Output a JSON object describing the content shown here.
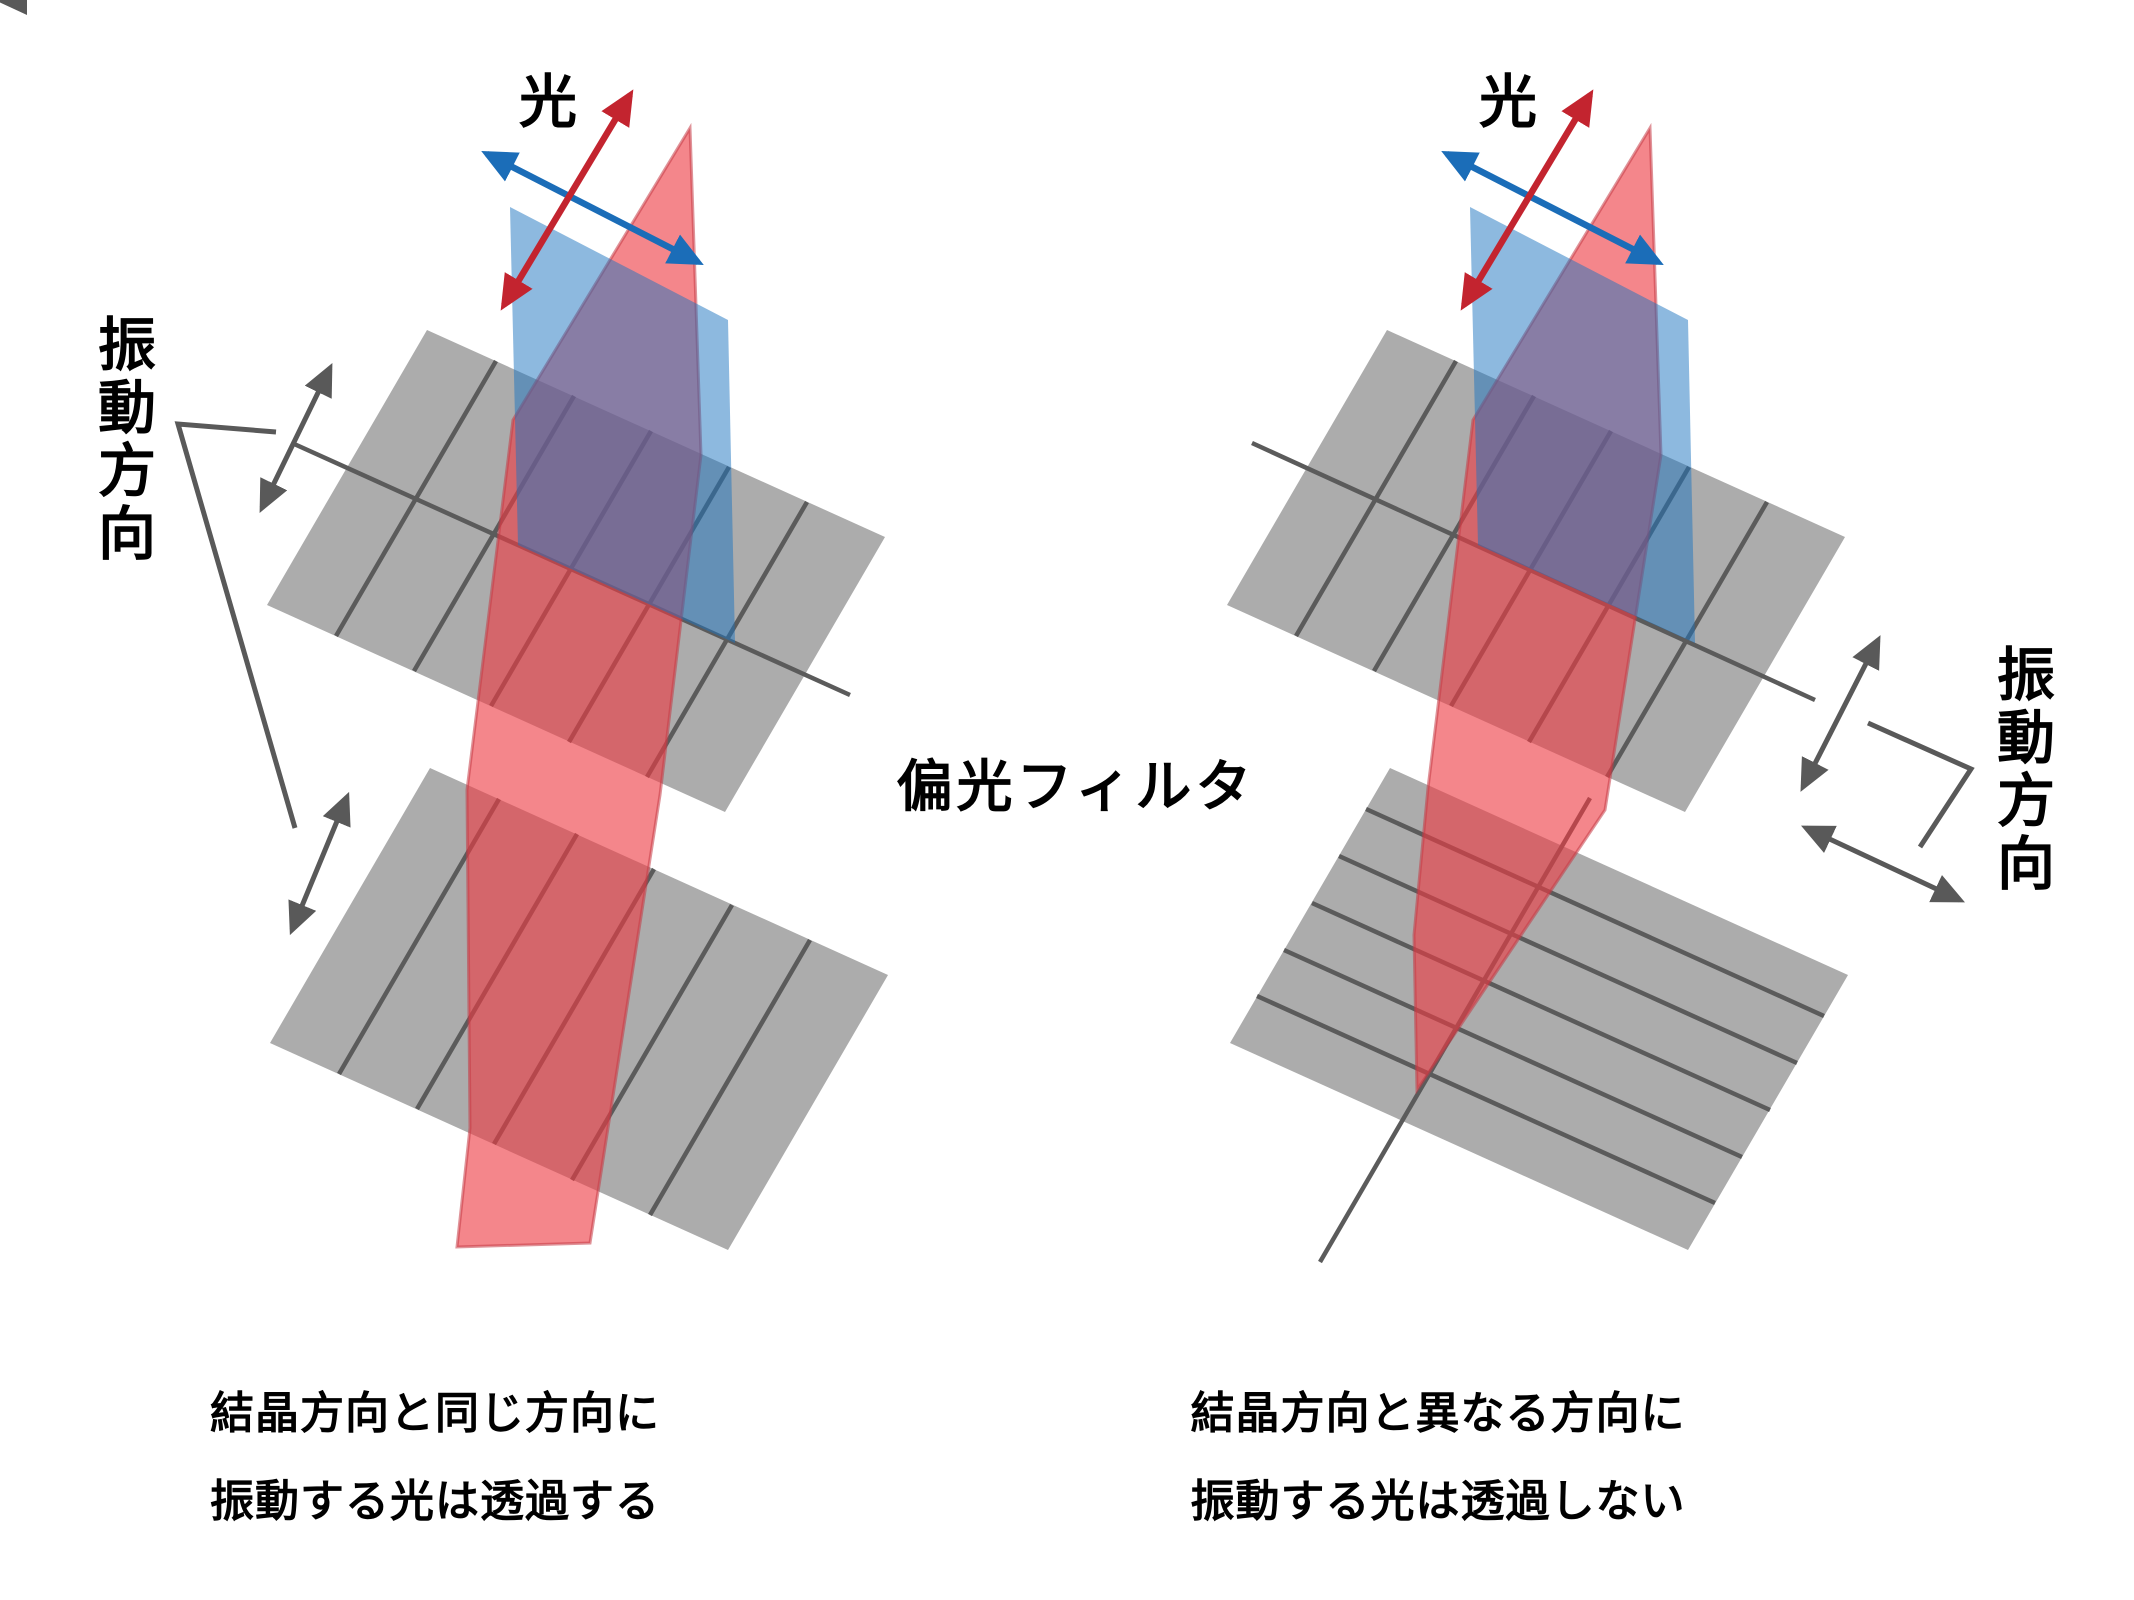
{
  "figure": {
    "center_label": "偏光フィルタ",
    "left": {
      "light_label": "光",
      "vibration_chars": [
        "振",
        "動",
        "方",
        "向"
      ],
      "caption_line1": "結晶方向と同じ方向に",
      "caption_line2": "振動する光は透過する"
    },
    "right": {
      "light_label": "光",
      "vibration_chars": [
        "振",
        "動",
        "方",
        "向"
      ],
      "caption_line1": "結晶方向と異なる方向に",
      "caption_line2": "振動する光は透過しない"
    },
    "colors": {
      "red_solid": "#c3242f",
      "blue_solid": "#1b6db8",
      "red_plane": "#ee3b43",
      "blue_plane": "#1b74c0",
      "filter_gray": "#acacac",
      "line_gray": "#5b5b5b",
      "annotation_gray": "#595959",
      "text_black": "#000000"
    }
  }
}
